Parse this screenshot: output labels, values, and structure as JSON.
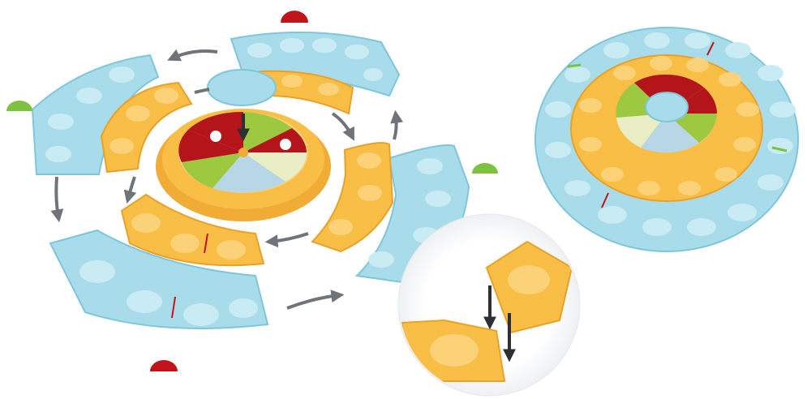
{
  "scene": {
    "subject": "board-game-assembly-instructions",
    "colors": {
      "blue": "#a9dcea",
      "blue_dark": "#7ec6da",
      "blue_well": "#c9ecf4",
      "orange": "#f8be45",
      "orange_dark": "#e9a12a",
      "orange_well": "#fbd278",
      "arrow": "#6f747a",
      "arrow_dark": "#2c2f33",
      "marker_red": "#c0141a",
      "marker_green": "#7cc23e",
      "spinner_red": "#b3151b",
      "spinner_green": "#9cc93f",
      "spinner_light": "#e9eec4",
      "spinner_blue": "#b7d6e6"
    },
    "markers": [
      {
        "name": "red-marker-top",
        "color": "red"
      },
      {
        "name": "green-marker-left",
        "color": "green"
      },
      {
        "name": "green-marker-right",
        "color": "green"
      },
      {
        "name": "red-marker-bottom",
        "color": "red"
      }
    ]
  }
}
